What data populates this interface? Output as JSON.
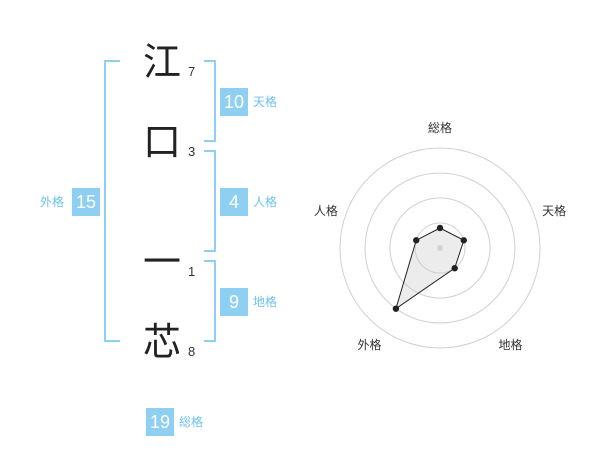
{
  "name": {
    "characters": [
      {
        "char": "江",
        "strokes": "7"
      },
      {
        "char": "口",
        "strokes": "3"
      },
      {
        "char": "一",
        "strokes": "1"
      },
      {
        "char": "芯",
        "strokes": "8"
      }
    ]
  },
  "grids": {
    "tenkaku": {
      "value": "10",
      "label": "天格"
    },
    "jinkaku": {
      "value": "4",
      "label": "人格"
    },
    "chikaku": {
      "value": "9",
      "label": "地格"
    },
    "gaikaku": {
      "value": "15",
      "label": "外格"
    },
    "soukaku": {
      "value": "19",
      "label": "総格"
    }
  },
  "colors": {
    "accent": "#8fd0f2",
    "label": "#6cc3ee"
  },
  "chart_data": {
    "type": "radar",
    "axes": [
      "総格",
      "天格",
      "地格",
      "外格",
      "人格"
    ],
    "values": [
      0.2,
      0.25,
      0.25,
      0.75,
      0.25
    ],
    "range": [
      0,
      1
    ]
  }
}
